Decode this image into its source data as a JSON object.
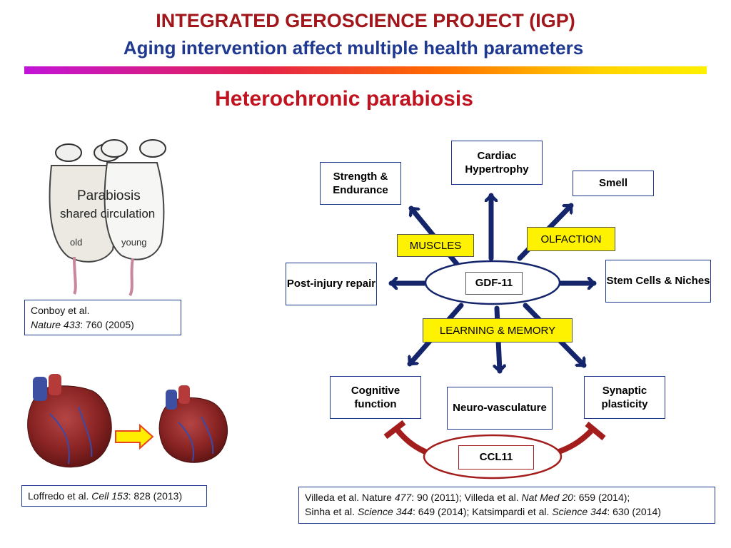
{
  "header": {
    "title": "INTEGRATED GEROSCIENCE PROJECT (IGP)",
    "subtitle": "Aging intervention affect multiple health parameters"
  },
  "section_heading": "Heterochronic parabiosis",
  "mice_image": {
    "label_parabiosis": "Parabiosis",
    "label_shared": "shared circulation",
    "label_old": "old",
    "label_young": "young"
  },
  "refs": {
    "conboy_line1": "Conboy et al.",
    "conboy_journal": "Nature 433",
    "conboy_rest": ": 760 (2005)",
    "loffredo_pre": "Loffredo et al. ",
    "loffredo_journal": "Cell 153",
    "loffredo_rest": ": 828 (2013)",
    "villeda_a": "Villeda et al. Nature ",
    "villeda_a_vol": "477",
    "villeda_a_rest": ": 90 (2011); Villeda et al. ",
    "villeda_b_journal": "Nat Med 20",
    "villeda_b_rest": ": 659 (2014);",
    "sinha_pre": "Sinha et al. ",
    "sinha_journal": "Science 344",
    "sinha_rest": ": 649 (2014); Katsimpardi et al. ",
    "katsimpardi_journal": "Science 344",
    "katsimpardi_rest": ": 630 (2014)"
  },
  "diagram": {
    "center": "GDF-11",
    "ccl11": "CCL11",
    "outcomes": {
      "cardiac": "Cardiac Hypertrophy",
      "strength": "Strength & Endurance",
      "smell": "Smell",
      "postinjury": "Post-injury repair",
      "stemcells": "Stem Cells & Niches",
      "cognitive": "Cognitive function",
      "neuro": "Neuro-vasculature",
      "synaptic": "Synaptic plasticity"
    },
    "categories": {
      "muscles": "MUSCLES",
      "olfaction": "OLFACTION",
      "learning": "LEARNING & MEMORY"
    }
  },
  "colors": {
    "title_red": "#a1161b",
    "title_blue": "#1f3990",
    "arrow_navy": "#14256b",
    "inhibit_red": "#a31d1d",
    "category_yellow": "#fff200"
  }
}
